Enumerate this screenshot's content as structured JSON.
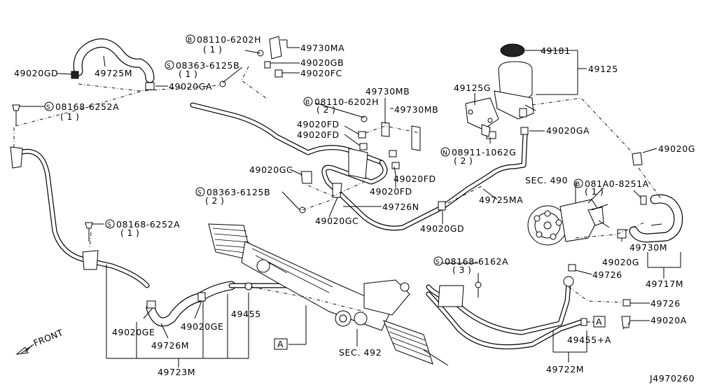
{
  "diagram_id": "J4970260",
  "front_label": "FRONT",
  "labels": {
    "p49020GD": "49020GD",
    "p49725M": "49725M",
    "p49020GA_top": "49020GA",
    "b08168_6252A_top": "08168-6252A",
    "q1_a": "( 1 )",
    "b08110_6202H_top": "08110-6202H",
    "q1_b": "( 1 )",
    "p49730MA": "49730MA",
    "b08363_6125B_top": "08363-6125B",
    "q1_c": "( 1 )",
    "p49020GB": "49020GB",
    "p49020FC": "49020FC",
    "p49730MB_1": "49730MB",
    "b08110_6202H_mid": "08110-6202H",
    "q2_a": "( 2 )",
    "p49730MB_2": "49730MB",
    "p49020FD_1": "49020FD",
    "p49020FD_2": "49020FD",
    "p49020GC_1": "49020GC",
    "p49020FD_3": "49020FD",
    "p49020FD_4": "49020FD",
    "b08363_6125B_mid": "08363-6125B",
    "q2_b": "( 2 )",
    "p49726N": "49726N",
    "p49020GC_2": "49020GC",
    "p49020GD_2": "49020GD",
    "p49125G": "49125G",
    "p49181": "49181",
    "p49125": "49125",
    "p49020GA_right": "49020GA",
    "b08911_1062G": "08911-1062G",
    "q2_c": "( 2 )",
    "p49020G_top": "49020G",
    "p49725MA": "49725MA",
    "sec490": "SEC. 490",
    "b081A0_8251A": "081A0-8251A",
    "q1_d": "( 1 )",
    "b08168_6252A_left": "08168-6252A",
    "q1_e": "( 1 )",
    "p49730M": "49730M",
    "p49020G_mid": "49020G",
    "p49726_1": "49726",
    "p49717M": "49717M",
    "b08168_6162A": "08168-6162A",
    "q3": "( 3 )",
    "p49455": "49455",
    "p49020GE_1": "49020GE",
    "p49020GE_2": "49020GE",
    "p49726M": "49726M",
    "p49723M": "49723M",
    "refA_1": "A",
    "sec492": "SEC. 492",
    "p49726_2": "49726",
    "p49020A": "49020A",
    "refA_2": "A",
    "p49455A": "49455+A",
    "p49722M": "49722M"
  },
  "prefix_symbols": {
    "bolt_b": "B",
    "screw_s": "S",
    "nut_n": "N"
  }
}
